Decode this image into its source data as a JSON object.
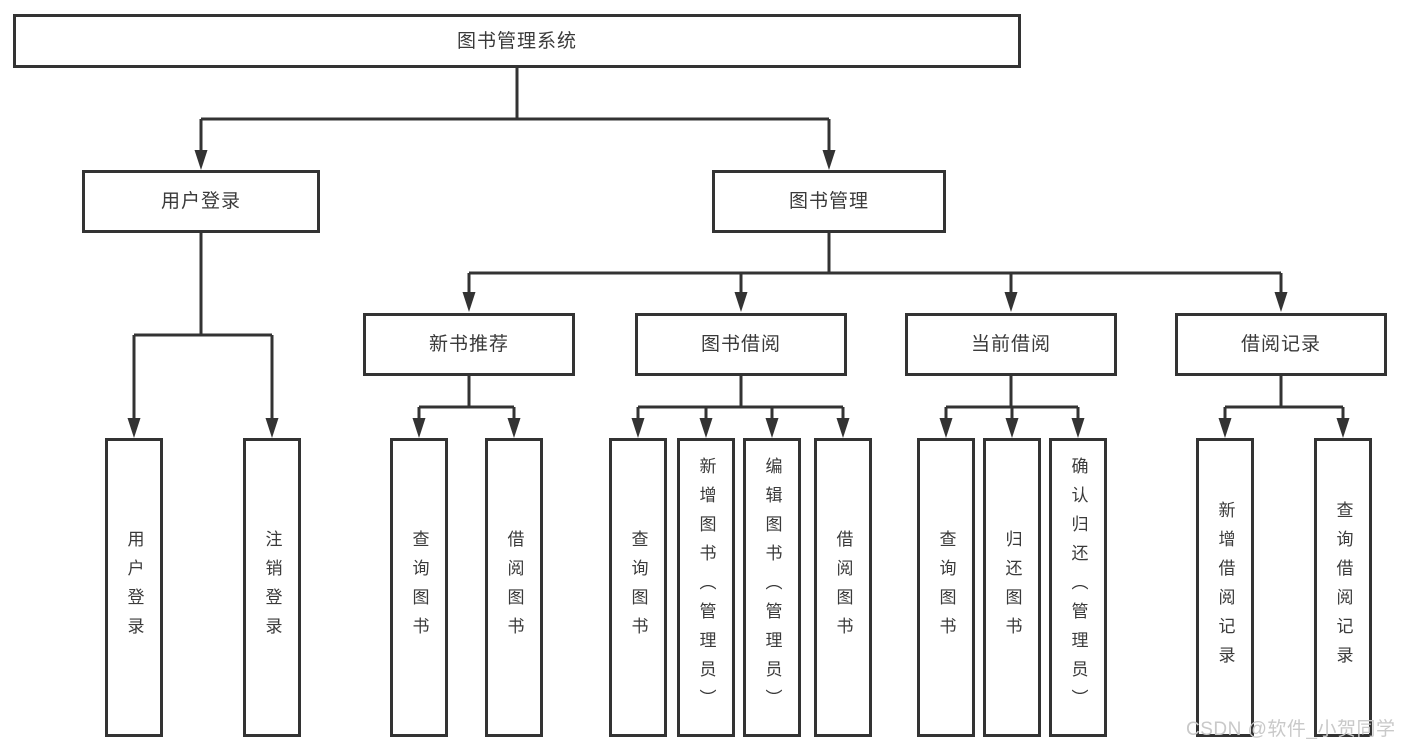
{
  "diagram_title": "图书管理系统",
  "tree": {
    "root": "图书管理系统",
    "children": [
      {
        "label": "用户登录",
        "children": [
          "用户登录",
          "注销登录"
        ]
      },
      {
        "label": "图书管理",
        "children": [
          {
            "label": "新书推荐",
            "children": [
              "查询图书",
              "借阅图书"
            ]
          },
          {
            "label": "图书借阅",
            "children": [
              "查询图书",
              "新增图书（管理员）",
              "编辑图书（管理员）",
              "借阅图书"
            ]
          },
          {
            "label": "当前借阅",
            "children": [
              "查询图书",
              "归还图书",
              "确认归还（管理员）"
            ]
          },
          {
            "label": "借阅记录",
            "children": [
              "新增借阅记录",
              "查询借阅记录"
            ]
          }
        ]
      }
    ]
  },
  "watermark": {
    "text": "CSDN @软件_小贺同学"
  },
  "colors": {
    "line": "#333333",
    "box_border": "#333333",
    "box_fill": "#ffffff",
    "text": "#3a3a3a",
    "watermark": "#c9c9c9",
    "background": "#ffffff"
  }
}
